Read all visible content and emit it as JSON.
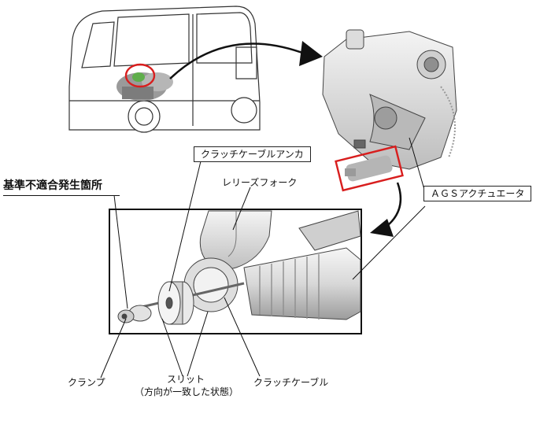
{
  "labels": {
    "cable_anchor": "クラッチケーブルアンカ",
    "release_fork": "レリーズフォーク",
    "defect_location": "基準不適合発生箇所",
    "ags_actuator": "ＡＧＳアクチュエータ",
    "clamp": "クランプ",
    "slit": "スリット",
    "slit_note": "（方向が一致した状態）",
    "clutch_cable": "クラッチケーブル"
  },
  "colors": {
    "line": "#222222",
    "highlight": "#d81e1e",
    "part_light": "#e9e9e9",
    "part_mid": "#c9c9c9",
    "part_dark": "#8f8f8f",
    "engine_green": "#5fae4b"
  }
}
